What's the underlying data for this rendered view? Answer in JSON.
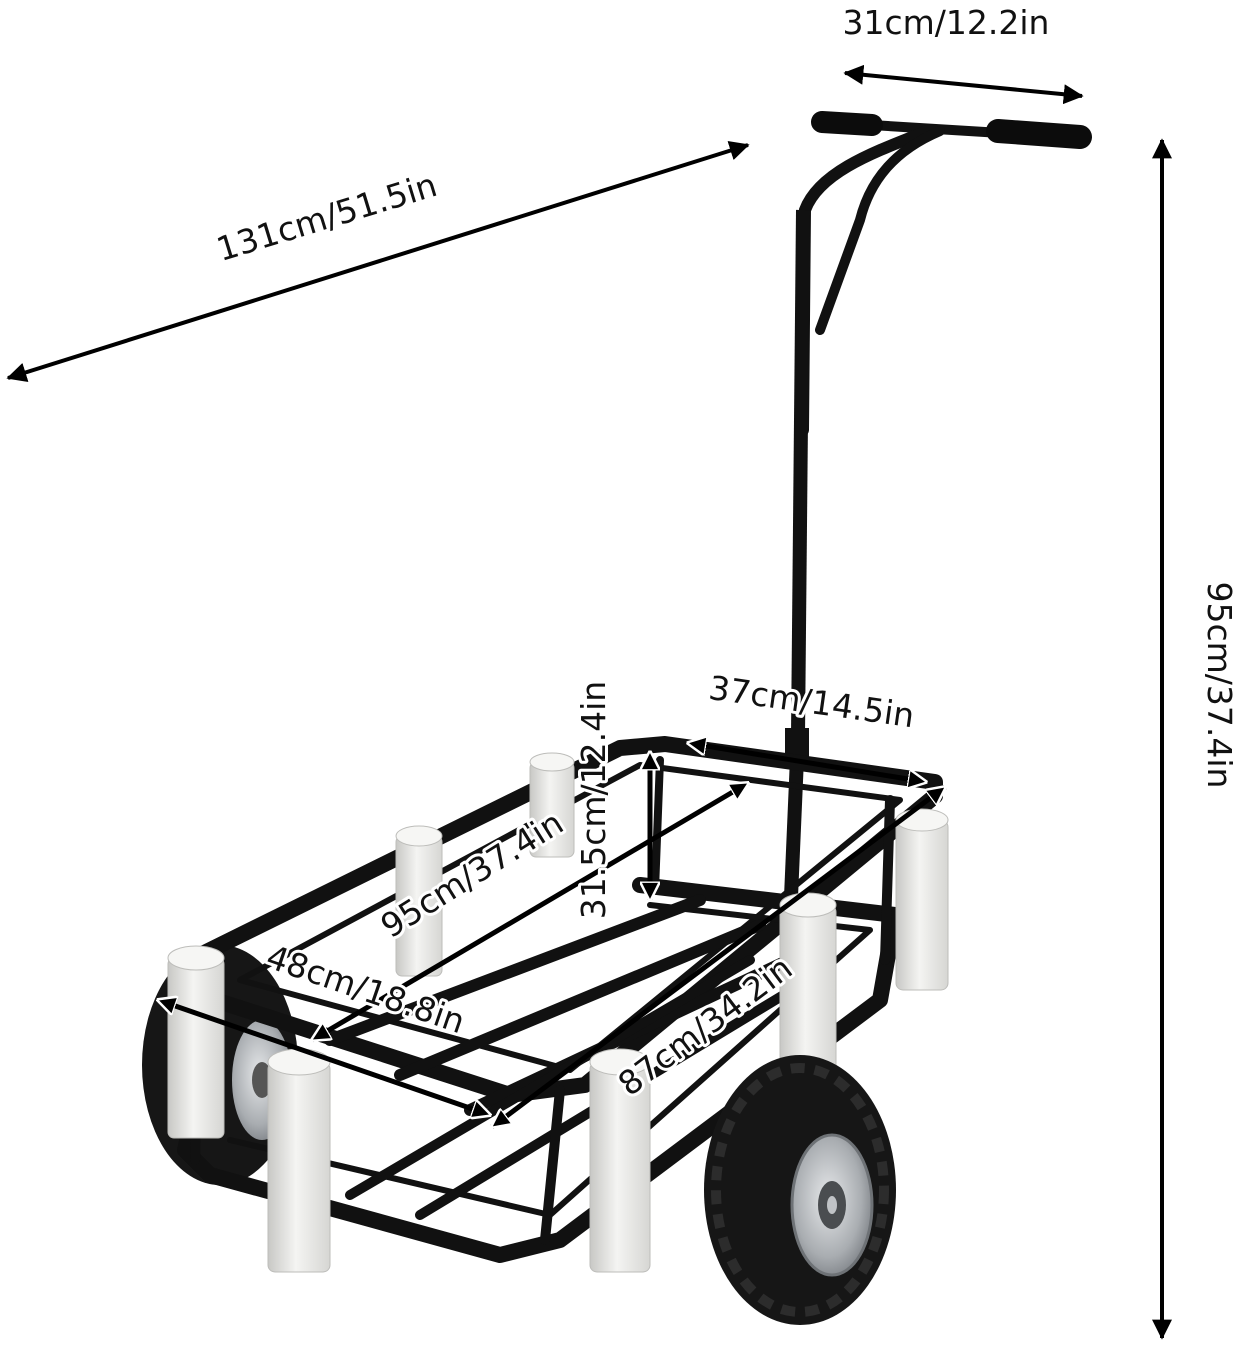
{
  "colors": {
    "frame": "#111111",
    "rod_holder": "#e8e8e6",
    "rod_holder_shade": "#c9c9c6",
    "tire": "#1a1a1a",
    "hub": "#b8bcc0",
    "arrow": "#000000"
  },
  "icons": [
    "double-arrow-icon"
  ],
  "dimensions": {
    "handle_width": "31cm/12.2in",
    "total_length": "131cm/51.5in",
    "total_height": "95cm/37.4in",
    "frame_width": "37cm/14.5in",
    "holder_height": "31.5cm/12.4in",
    "bed_length": "95cm/37.4in",
    "rear_width": "48cm/18.8in",
    "side_length": "87cm/34.2in"
  }
}
